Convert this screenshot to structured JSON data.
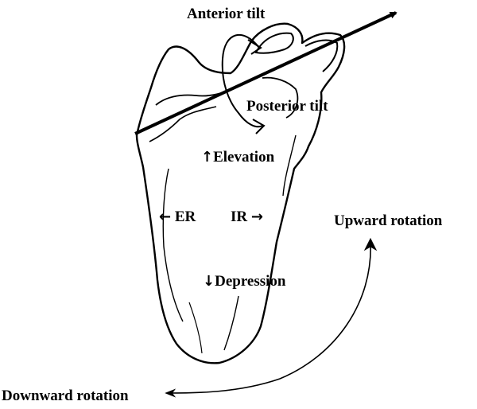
{
  "diagram": {
    "labels": {
      "anterior_tilt": "Anterior tilt",
      "posterior_tilt": "Posterior tilt",
      "elevation": "Elevation",
      "er": "ER",
      "ir": "IR",
      "depression": "Depression",
      "upward_rotation": "Upward rotation",
      "downward_rotation": "Downward rotation"
    },
    "arrow_glyphs": {
      "up": "↑",
      "down": "↓",
      "left": "←",
      "right": "→"
    },
    "colors": {
      "ink": "#000000",
      "background": "#ffffff"
    }
  }
}
